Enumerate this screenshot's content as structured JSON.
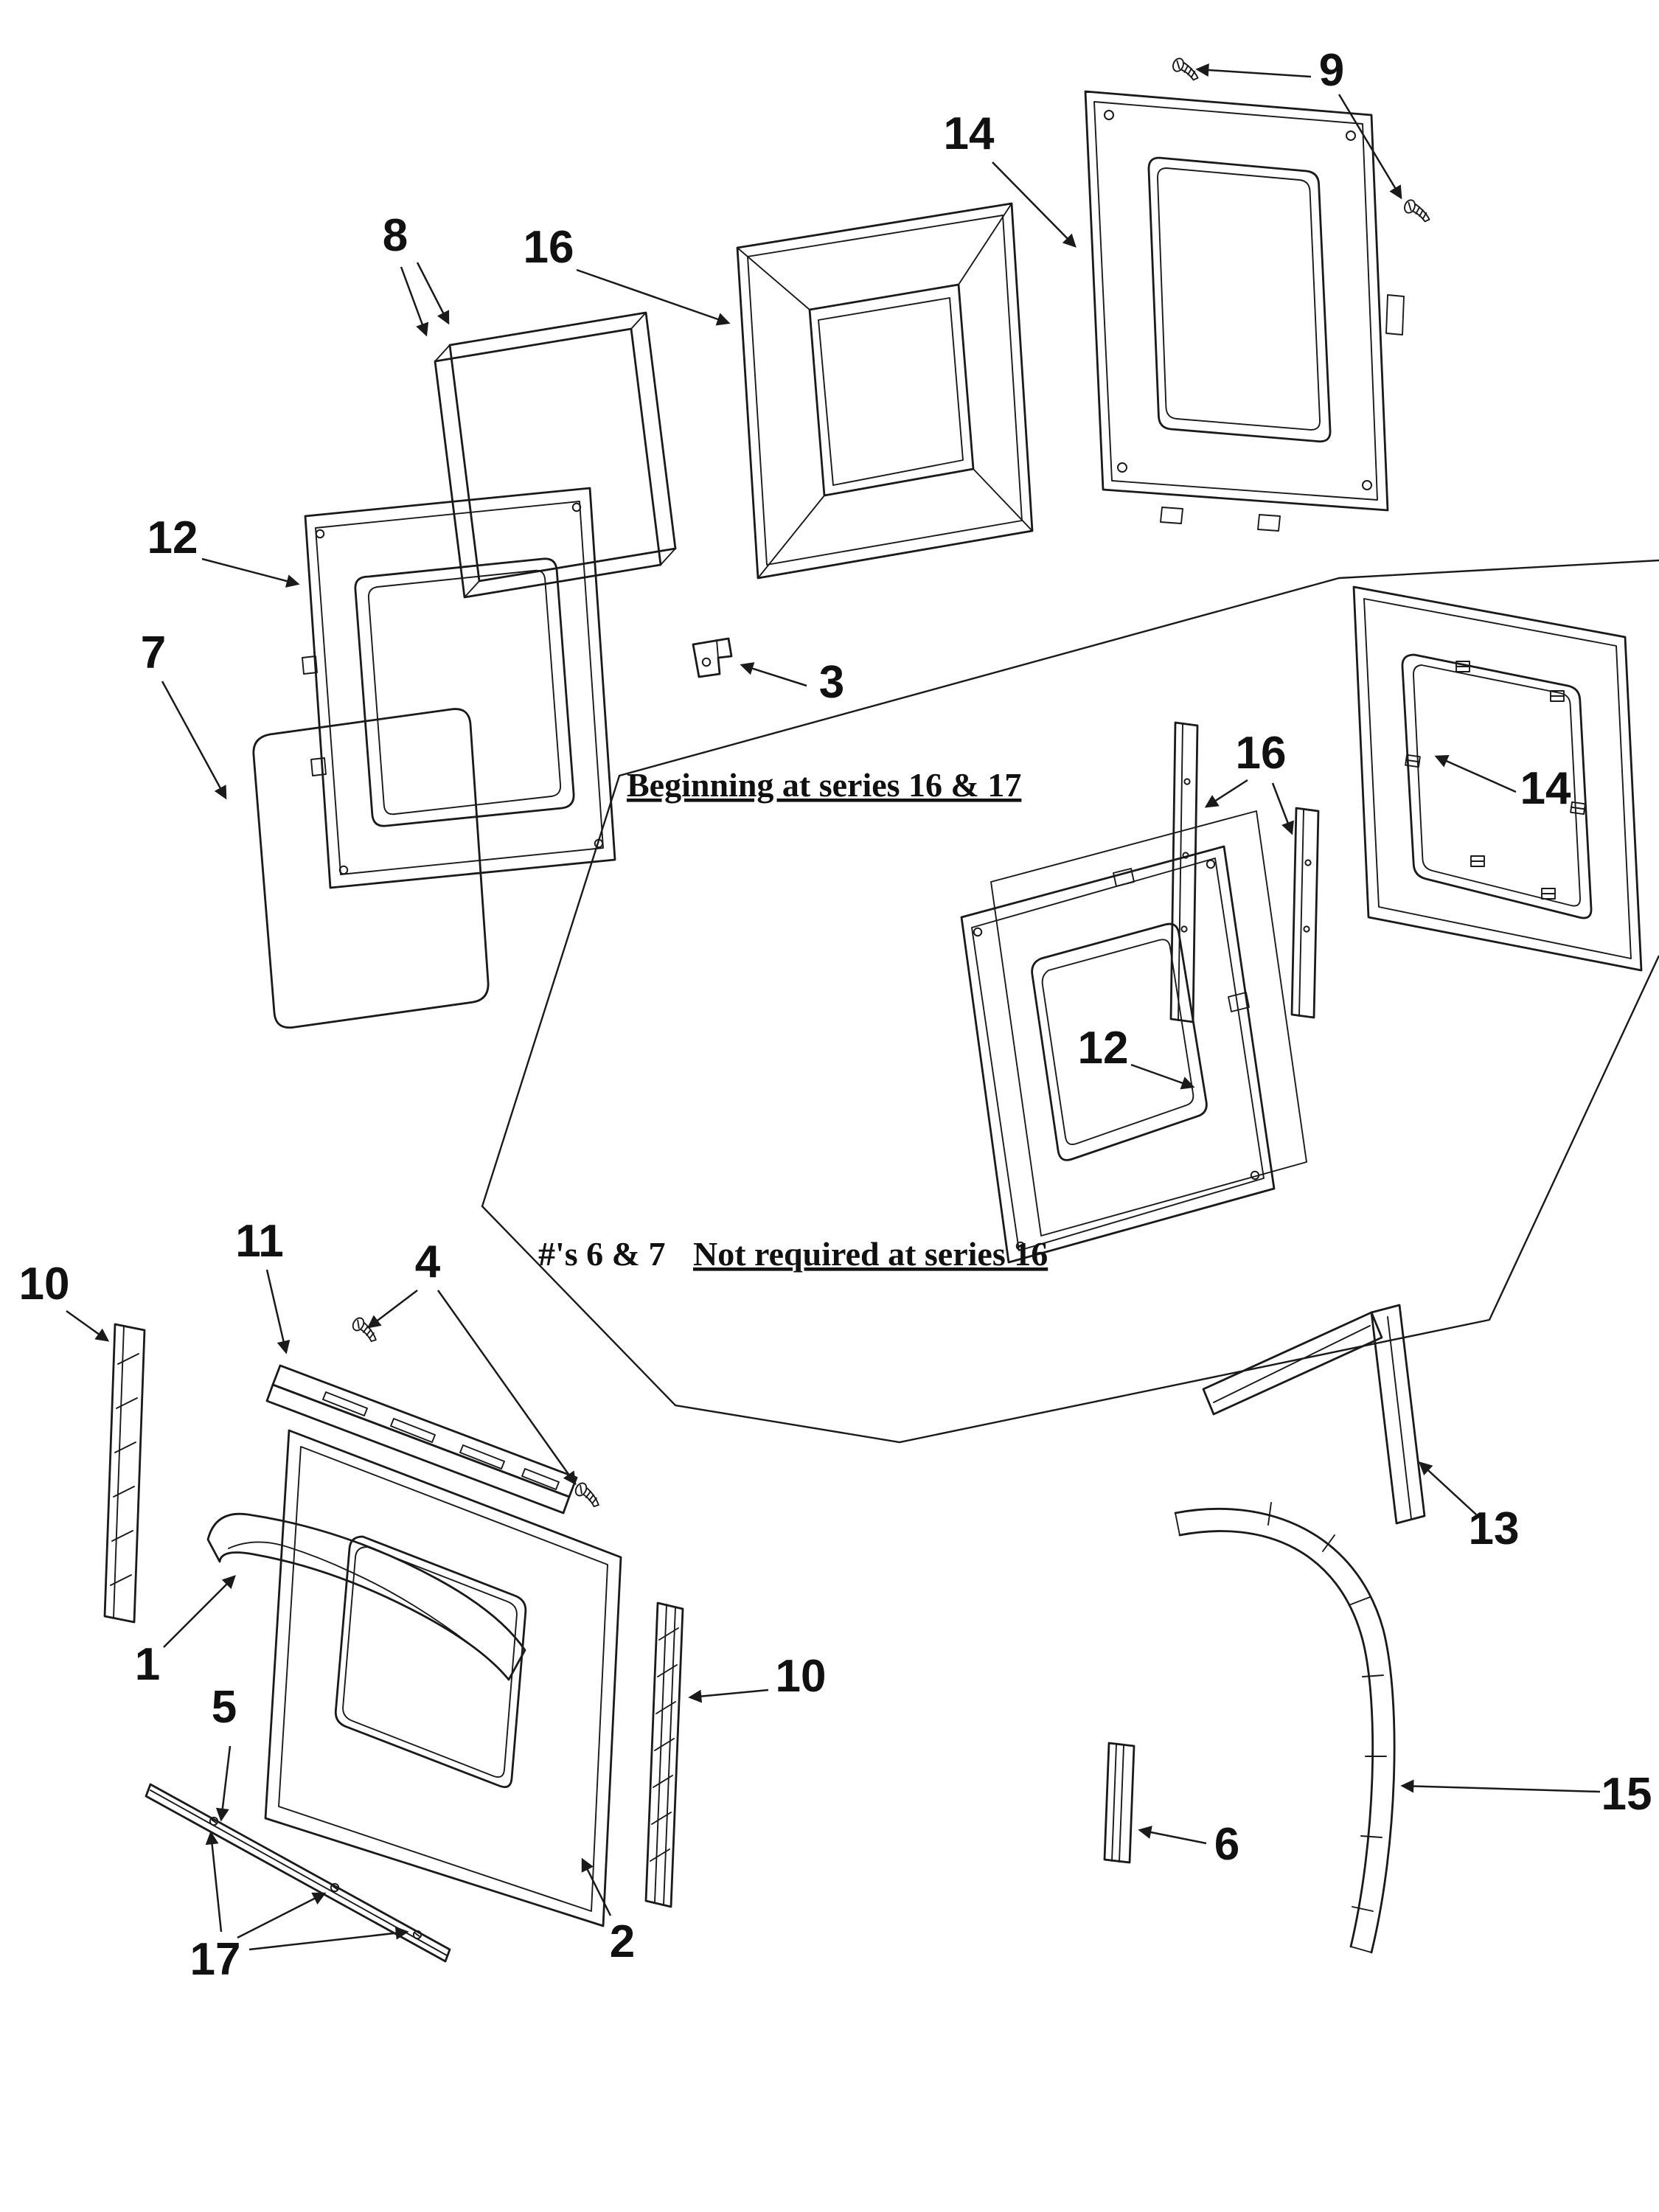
{
  "figure": {
    "colors": {
      "background": "#ffffff",
      "ink": "#1a1a1a"
    },
    "notes": {
      "series_note": "Beginning at series 16 & 17",
      "exclusion_prefix": "#'s 6 & 7",
      "exclusion_note": "Not required at series 16"
    },
    "callouts": [
      {
        "part": "9"
      },
      {
        "part": "14"
      },
      {
        "part": "16"
      },
      {
        "part": "8"
      },
      {
        "part": "12"
      },
      {
        "part": "7"
      },
      {
        "part": "3"
      },
      {
        "part": "16"
      },
      {
        "part": "14"
      },
      {
        "part": "12"
      },
      {
        "part": "10"
      },
      {
        "part": "11"
      },
      {
        "part": "4"
      },
      {
        "part": "1"
      },
      {
        "part": "5"
      },
      {
        "part": "2"
      },
      {
        "part": "10"
      },
      {
        "part": "17"
      },
      {
        "part": "13"
      },
      {
        "part": "6"
      },
      {
        "part": "15"
      }
    ]
  }
}
